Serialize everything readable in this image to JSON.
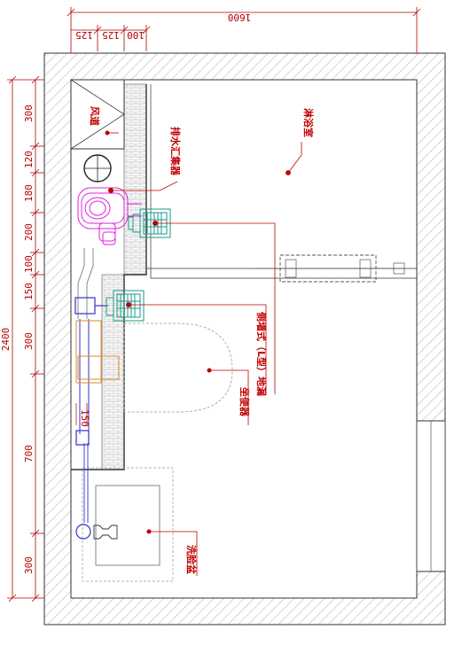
{
  "dimensions": {
    "top_total": "1600",
    "top_segments": [
      "125",
      "125",
      "100"
    ],
    "left_total": "2400",
    "left_segments": [
      "300",
      "120",
      "180",
      "200",
      "100",
      "150",
      "300",
      "700",
      "300"
    ],
    "inner_150": "150"
  },
  "labels": {
    "air_duct": "风道",
    "drain_collector": "排水汇集器",
    "shower_room": "淋浴室",
    "side_drain": "侧墙式（L型）地漏",
    "toilet": "坐便器",
    "washbasin": "洗脸盆"
  },
  "colors": {
    "dimension": "#b00000",
    "label": "#c00000",
    "wall_hatch": "#9a9a9a",
    "collector": "#e020e0",
    "drain": "#1a9a8a",
    "pipe": "#3030d0",
    "toilet_tank": "#e08a30"
  }
}
